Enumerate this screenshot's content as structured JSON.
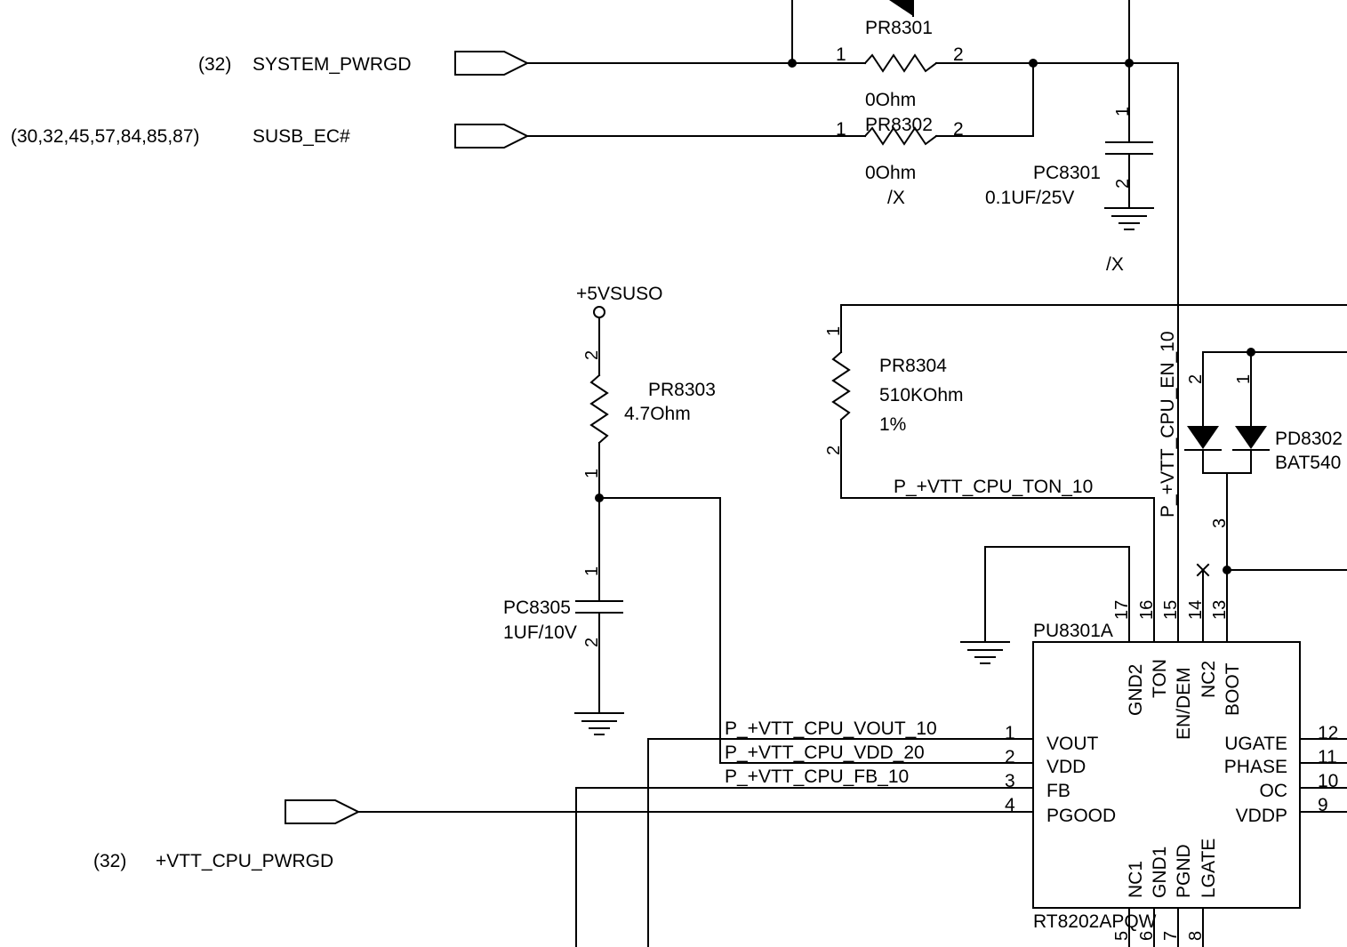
{
  "ports": {
    "system_pwrgd": {
      "refs": "(32)",
      "name": "SYSTEM_PWRGD"
    },
    "susb_ec": {
      "refs": "(30,32,45,57,84,85,87)",
      "name": "SUSB_EC#"
    },
    "vtt_cpu_pwrgd": {
      "refs": "(32)",
      "name": "+VTT_CPU_PWRGD"
    }
  },
  "power": {
    "label": "+5VSUSO"
  },
  "parts": {
    "pr8301": {
      "ref": "PR8301",
      "value": "0Ohm",
      "pin1": "1",
      "pin2": "2"
    },
    "pr8302": {
      "ref": "PR8302",
      "value": "0Ohm",
      "variant": "/X",
      "pin1": "1",
      "pin2": "2"
    },
    "pc8301": {
      "ref": "PC8301",
      "value": "0.1UF/25V",
      "variant": "/X",
      "pin1": "1",
      "pin2": "2"
    },
    "pr8303": {
      "ref": "PR8303",
      "value": "4.7Ohm",
      "pin1": "1",
      "pin2": "2"
    },
    "pr8304": {
      "ref": "PR8304",
      "value": "510KOhm",
      "tolerance": "1%",
      "pin1": "1",
      "pin2": "2"
    },
    "pc8305": {
      "ref": "PC8305",
      "value": "1UF/10V",
      "pin1": "1",
      "pin2": "2"
    },
    "pd8302": {
      "ref": "PD8302",
      "value": "BAT540",
      "pin1": "1",
      "pin2": "2",
      "pin3": "3"
    }
  },
  "nets": {
    "en": "P_+VTT_CPU_EN_10",
    "ton": "P_+VTT_CPU_TON_10",
    "vout": "P_+VTT_CPU_VOUT_10",
    "vdd": "P_+VTT_CPU_VDD_20",
    "fb": "P_+VTT_CPU_FB_10"
  },
  "ic": {
    "ref": "PU8301A",
    "part": "RT8202APQW",
    "top_pins": [
      {
        "num": "17",
        "name": "GND2"
      },
      {
        "num": "16",
        "name": "TON"
      },
      {
        "num": "15",
        "name": "EN/DEM"
      },
      {
        "num": "14",
        "name": "NC2"
      },
      {
        "num": "13",
        "name": "BOOT"
      }
    ],
    "left_pins": [
      {
        "num": "1",
        "name": "VOUT"
      },
      {
        "num": "2",
        "name": "VDD"
      },
      {
        "num": "3",
        "name": "FB"
      },
      {
        "num": "4",
        "name": "PGOOD"
      }
    ],
    "right_pins": [
      {
        "num": "12",
        "name": "UGATE"
      },
      {
        "num": "11",
        "name": "PHASE"
      },
      {
        "num": "10",
        "name": "OC"
      },
      {
        "num": "9",
        "name": "VDDP"
      }
    ],
    "bottom_pins": [
      {
        "num": "5",
        "name": "NC1"
      },
      {
        "num": "6",
        "name": "GND1"
      },
      {
        "num": "7",
        "name": "PGND"
      },
      {
        "num": "8",
        "name": "LGATE"
      }
    ]
  }
}
